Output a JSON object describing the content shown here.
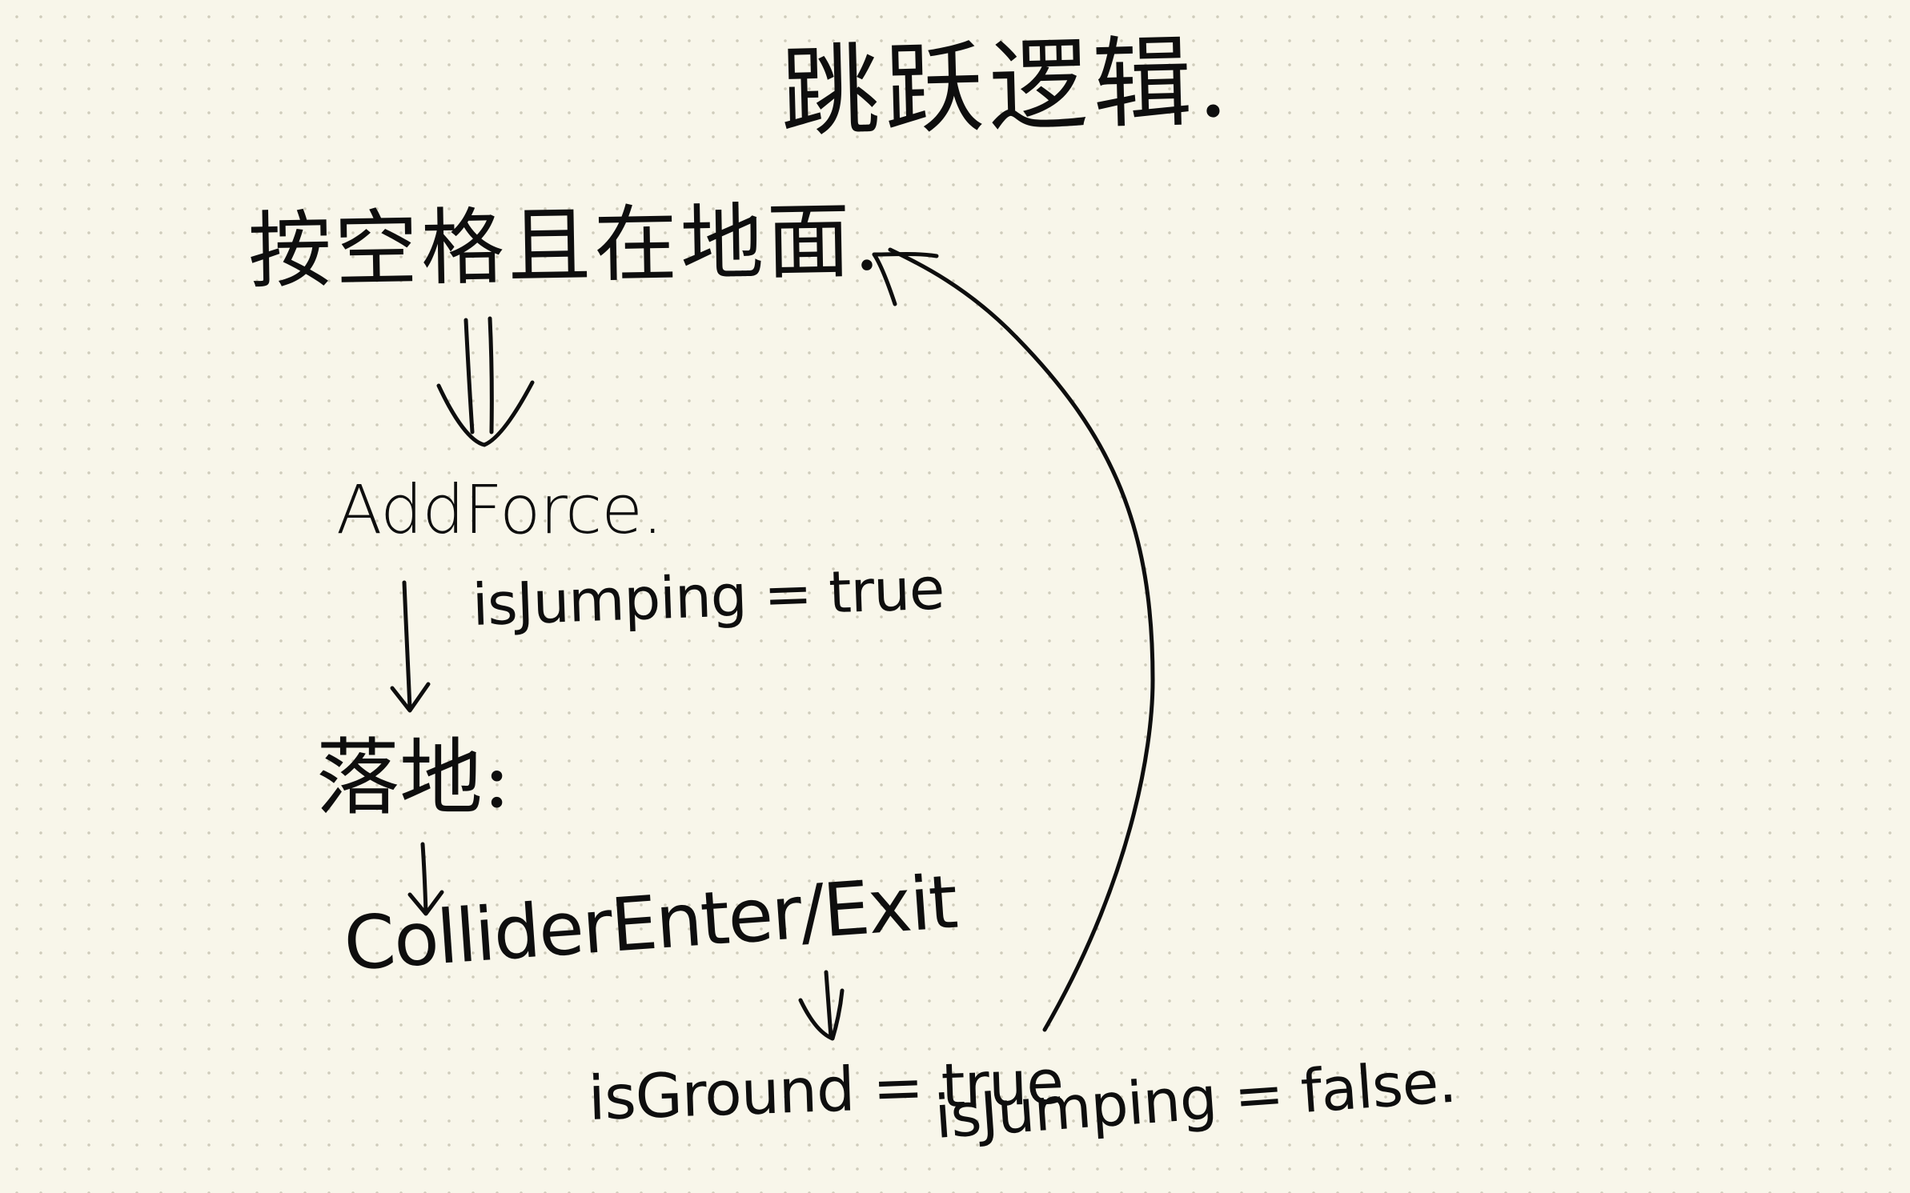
{
  "diagram": {
    "title": "跳跃逻辑.",
    "steps": {
      "condition": "按空格且在地面.",
      "action": "AddForce.",
      "action_effect": "isJumping = true",
      "landing": "落地:",
      "collision": "ColliderEnter/Exit",
      "ground_state": "isGround = true",
      "jump_reset": "isJumping = false."
    }
  },
  "colors": {
    "background": "#f8f6ea",
    "ink": "#0e0e0e",
    "grid_dot": "#cfccbb"
  }
}
